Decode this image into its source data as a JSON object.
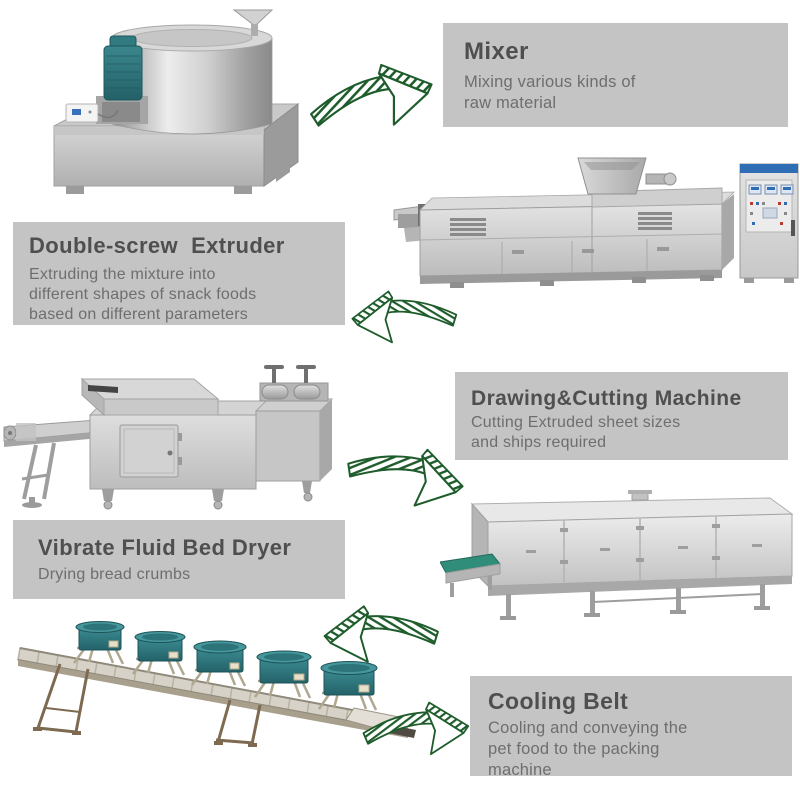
{
  "colors": {
    "box_background": "#c4c4c4",
    "title_text": "#4f4f4f",
    "body_text": "#6e6e6e",
    "arrow_green": "#1e5c2b",
    "machine_teal": "#2e7f85",
    "cabinet_blue": "#2f6db5"
  },
  "steps": [
    {
      "name": "mixer",
      "title": "Mixer",
      "description": "Mixing various kinds of\nraw material",
      "machine_image": "mixer-machine",
      "text_side": "right"
    },
    {
      "name": "double-screw-extruder",
      "title": "Double-screw  Extruder",
      "description": "Extruding the mixture into\ndifferent shapes of snack foods\nbased on different parameters",
      "machine_image": "double-screw-extruder-machine",
      "text_side": "left"
    },
    {
      "name": "drawing-cutting-machine",
      "title": "Drawing&Cutting Machine",
      "description": "Cutting Extruded sheet sizes\nand ships required",
      "machine_image": "drawing-cutting-machine",
      "text_side": "right"
    },
    {
      "name": "vibrate-fluid-bed-dryer",
      "title": "Vibrate Fluid Bed Dryer",
      "description": "Drying bread crumbs",
      "machine_image": "vibrate-fluid-bed-dryer-machine",
      "text_side": "left"
    },
    {
      "name": "cooling-belt",
      "title": "Cooling Belt",
      "description": "Cooling and conveying the\npet food to the packing\nmachine",
      "machine_image": "cooling-belt-machine",
      "text_side": "right"
    }
  ],
  "arrows": [
    {
      "name": "arrow-1",
      "direction": "right",
      "style": "hatched-3d"
    },
    {
      "name": "arrow-2",
      "direction": "left",
      "style": "hatched-3d"
    },
    {
      "name": "arrow-3",
      "direction": "right",
      "style": "hatched-3d"
    },
    {
      "name": "arrow-4",
      "direction": "left",
      "style": "hatched-3d"
    },
    {
      "name": "arrow-5",
      "direction": "right",
      "style": "hatched-3d"
    }
  ]
}
